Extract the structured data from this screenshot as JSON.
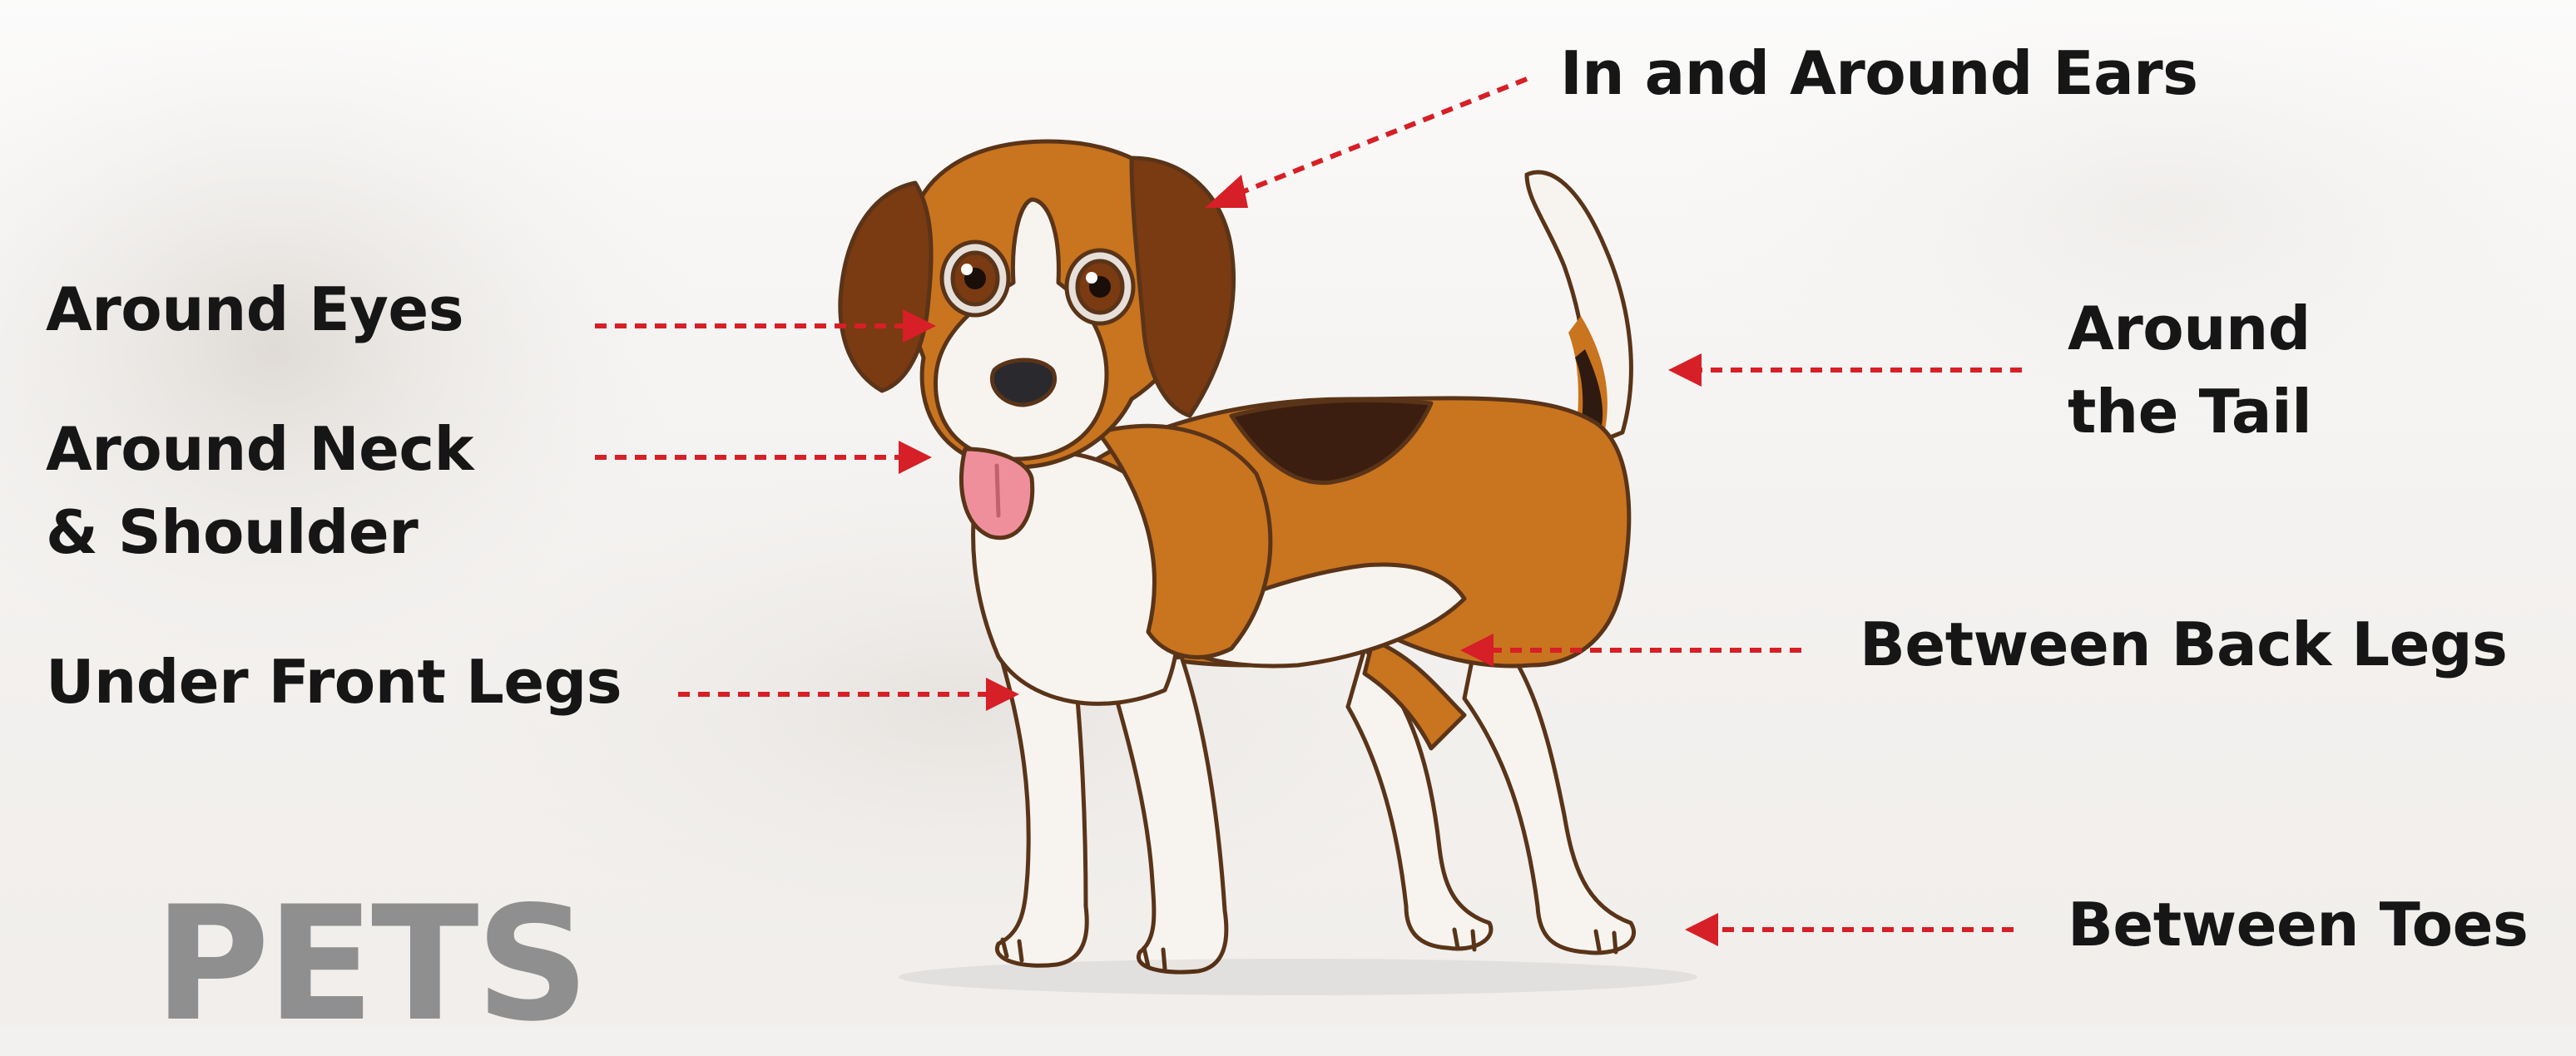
{
  "title": "PETS",
  "labels": {
    "ears": "In and Around Ears",
    "eyes": "Around Eyes",
    "neck": "Around Neck\n& Shoulder",
    "front_legs": "Under Front Legs",
    "tail": "Around\nthe Tail",
    "back_legs": "Between Back Legs",
    "toes": "Between Toes"
  },
  "colors": {
    "arrow": "#d61f26",
    "label_text": "#161616",
    "title_text": "#8f8f8f",
    "fur_orange": "#c9741f",
    "fur_brown": "#7a3a12",
    "fur_white": "#f7f4f0",
    "saddle": "#3b1e10"
  }
}
